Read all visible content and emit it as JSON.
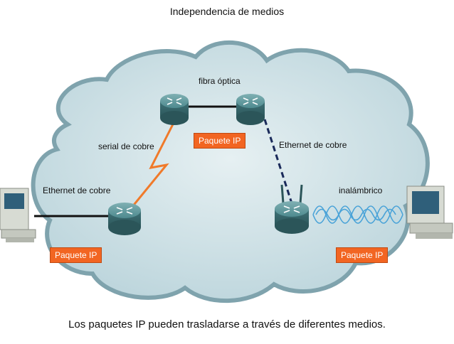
{
  "title": "Independencia de medios",
  "caption": "Los paquetes IP pueden trasladarse a través de diferentes medios.",
  "links": {
    "fiber": "fibra óptica",
    "serial": "serial de cobre",
    "ethernet_right": "Ethernet de cobre",
    "ethernet_left": "Ethernet de cobre",
    "wireless": "inalámbrico"
  },
  "packets": {
    "center": "Paquete IP",
    "left": "Paquete IP",
    "right": "Paquete IP"
  },
  "colors": {
    "cloud_fill": "#cfe1e6",
    "cloud_stroke": "#7fa3ad",
    "packet": "#f26522",
    "serial_link": "#f07a2a",
    "wireless_waves": "#4aa3d8",
    "router": "#4e8a8f"
  }
}
